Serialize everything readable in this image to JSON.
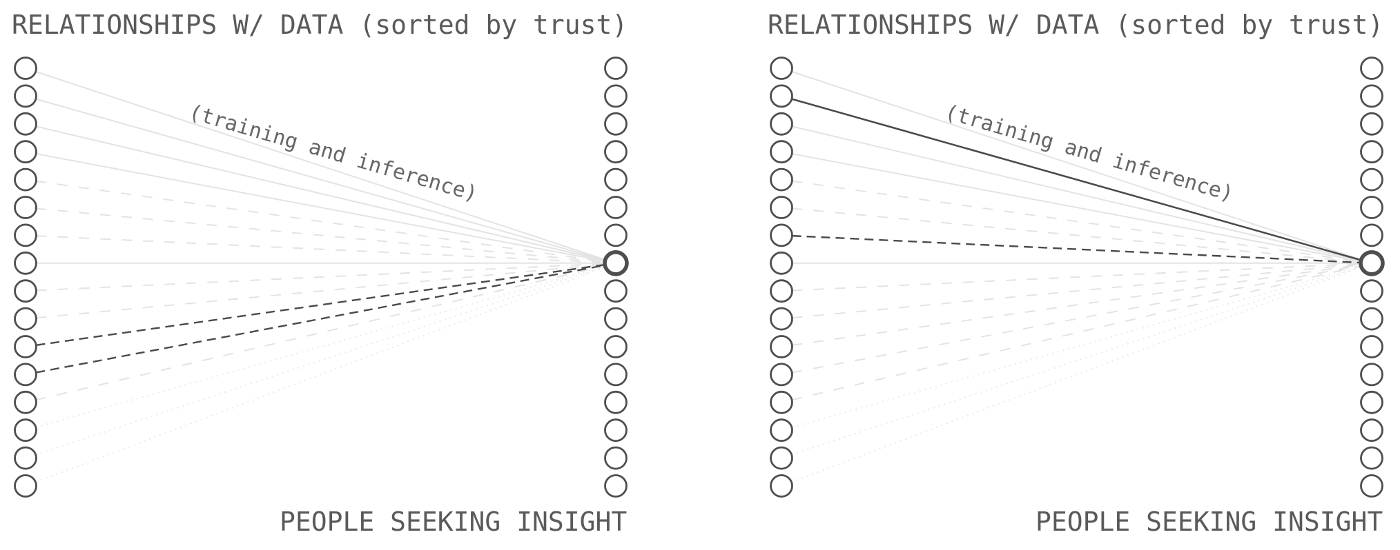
{
  "colors": {
    "background": "#ffffff",
    "title_text": "#5a5a5a",
    "bottom_text": "#5a5a5a",
    "annotation_text": "#666666",
    "node_stroke": "#4e4e4e",
    "node_fill": "#ffffff",
    "line_dark": "#4a4a4a",
    "line_light": "#e3e3e3",
    "line_faint": "#e9e9e9"
  },
  "diagrams": [
    {
      "title": "RELATIONSHIPS W/ DATA (sorted by trust)",
      "annotation": "(training and inference)",
      "bottom_label": "PEOPLE SEEKING INSIGHT",
      "left_node_count": 16,
      "right_node_count": 16,
      "highlight_right_node": 8,
      "links": [
        {
          "row": 1,
          "line": "solid",
          "tone": "light"
        },
        {
          "row": 2,
          "line": "solid",
          "tone": "light"
        },
        {
          "row": 3,
          "line": "solid",
          "tone": "light"
        },
        {
          "row": 4,
          "line": "solid",
          "tone": "light"
        },
        {
          "row": 5,
          "line": "dash",
          "tone": "light"
        },
        {
          "row": 6,
          "line": "dash",
          "tone": "light"
        },
        {
          "row": 7,
          "line": "dash",
          "tone": "light"
        },
        {
          "row": 8,
          "line": "solid",
          "tone": "light"
        },
        {
          "row": 9,
          "line": "dash",
          "tone": "light"
        },
        {
          "row": 10,
          "line": "dash",
          "tone": "light"
        },
        {
          "row": 11,
          "line": "dash",
          "tone": "dark"
        },
        {
          "row": 12,
          "line": "dash",
          "tone": "dark"
        },
        {
          "row": 13,
          "line": "dash",
          "tone": "light"
        },
        {
          "row": 14,
          "line": "dot",
          "tone": "light"
        },
        {
          "row": 15,
          "line": "dot",
          "tone": "light"
        },
        {
          "row": 16,
          "line": "dot",
          "tone": "light"
        }
      ]
    },
    {
      "title": "RELATIONSHIPS W/ DATA (sorted by trust)",
      "annotation": "(training and inference)",
      "bottom_label": "PEOPLE SEEKING INSIGHT",
      "left_node_count": 16,
      "right_node_count": 16,
      "highlight_right_node": 8,
      "links": [
        {
          "row": 1,
          "line": "solid",
          "tone": "light"
        },
        {
          "row": 2,
          "line": "solid",
          "tone": "dark"
        },
        {
          "row": 3,
          "line": "solid",
          "tone": "light"
        },
        {
          "row": 4,
          "line": "solid",
          "tone": "light"
        },
        {
          "row": 5,
          "line": "dash",
          "tone": "light"
        },
        {
          "row": 6,
          "line": "dash",
          "tone": "light"
        },
        {
          "row": 7,
          "line": "dash",
          "tone": "dark"
        },
        {
          "row": 8,
          "line": "solid",
          "tone": "light"
        },
        {
          "row": 9,
          "line": "dash",
          "tone": "light"
        },
        {
          "row": 10,
          "line": "dash",
          "tone": "light"
        },
        {
          "row": 11,
          "line": "dash",
          "tone": "light"
        },
        {
          "row": 12,
          "line": "dash",
          "tone": "light"
        },
        {
          "row": 13,
          "line": "dash",
          "tone": "light"
        },
        {
          "row": 14,
          "line": "dot",
          "tone": "light"
        },
        {
          "row": 15,
          "line": "dot",
          "tone": "light"
        },
        {
          "row": 16,
          "line": "dot",
          "tone": "light"
        }
      ]
    }
  ]
}
